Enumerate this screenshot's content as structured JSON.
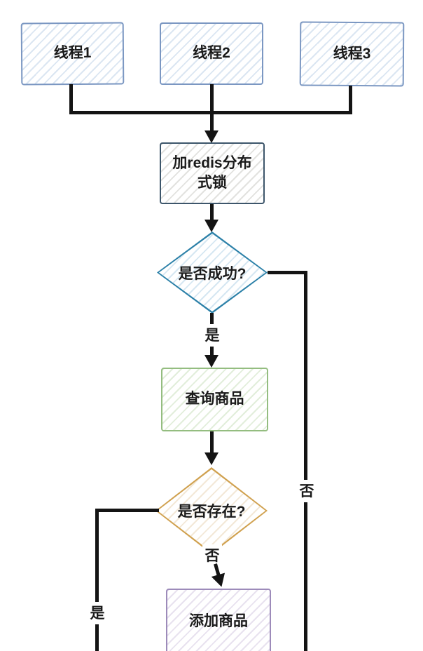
{
  "diagram": {
    "nodes": {
      "thread1": {
        "label": "线程1"
      },
      "thread2": {
        "label": "线程2"
      },
      "thread3": {
        "label": "线程3"
      },
      "redis_lock": {
        "label": "加redis分布式锁"
      },
      "lock_success": {
        "label": "是否成功?"
      },
      "query_product": {
        "label": "查询商品"
      },
      "product_exists": {
        "label": "是否存在?"
      },
      "add_product": {
        "label": "添加商品"
      }
    },
    "edge_labels": {
      "success_yes": "是",
      "success_no": "否",
      "exists_no": "否",
      "exists_yes": "是"
    },
    "colors": {
      "thread_border": "#7b97c2",
      "thread_hatch": "#dbe6f2",
      "lock_border": "#3d566b",
      "lock_hatch": "#e2e2df",
      "success_border": "#2b80a8",
      "success_hatch": "#d6e7f2",
      "query_border": "#94bd80",
      "query_hatch": "#e2eedb",
      "exists_border": "#d0a14f",
      "exists_hatch": "#f3e8d7",
      "add_border": "#9d8bba",
      "add_hatch": "#e8e2ef",
      "line": "#141414",
      "text": "#1a1a1a"
    }
  }
}
